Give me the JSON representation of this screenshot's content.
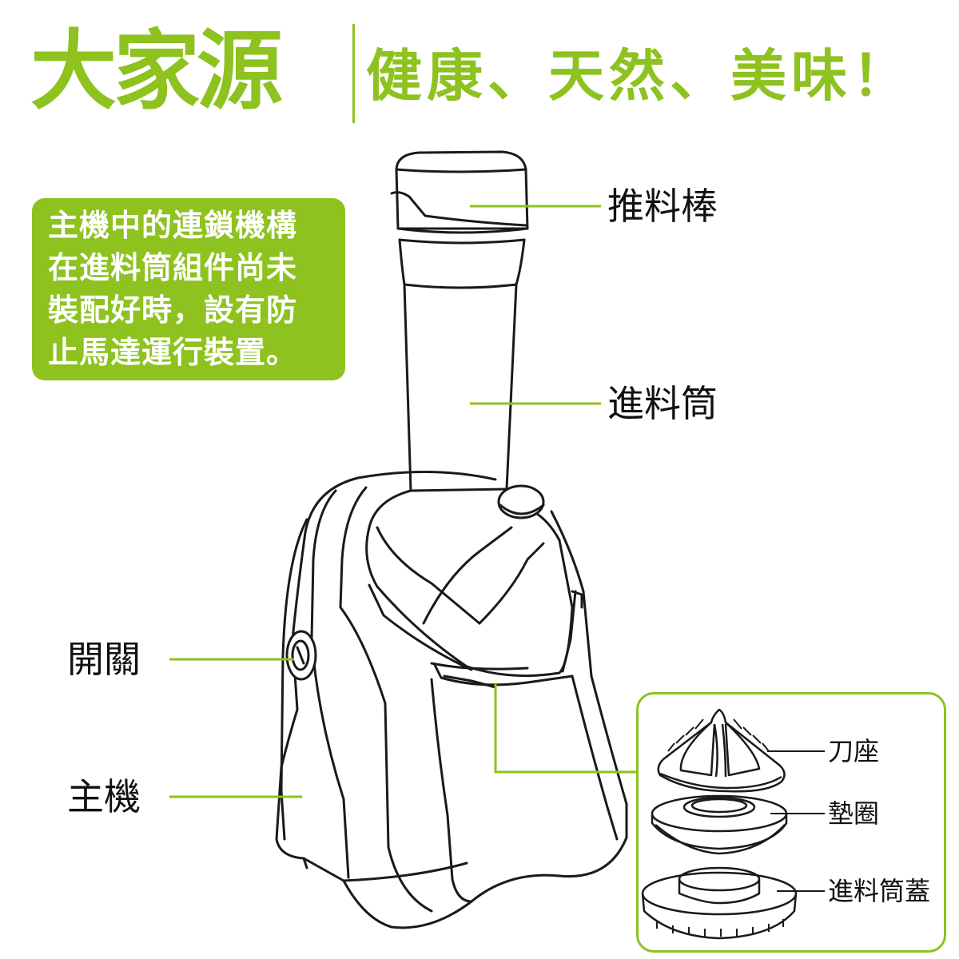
{
  "header": {
    "brand": "大家源",
    "slogan": "健康、天然、美味！"
  },
  "notice": {
    "lines": [
      "主機中的連鎖機構",
      "在進料筒組件尚未",
      "裝配好時，設有防",
      "止馬達運行裝置。"
    ]
  },
  "labels": {
    "plunger": "推料棒",
    "chute": "進料筒",
    "switch": "開關",
    "base": "主機"
  },
  "parts": {
    "blade_holder": "刀座",
    "gasket": "墊圈",
    "chute_cover": "進料筒蓋"
  },
  "colors": {
    "accent": "#8dc21f",
    "line": "#1a1a1a",
    "text": "#111111"
  }
}
